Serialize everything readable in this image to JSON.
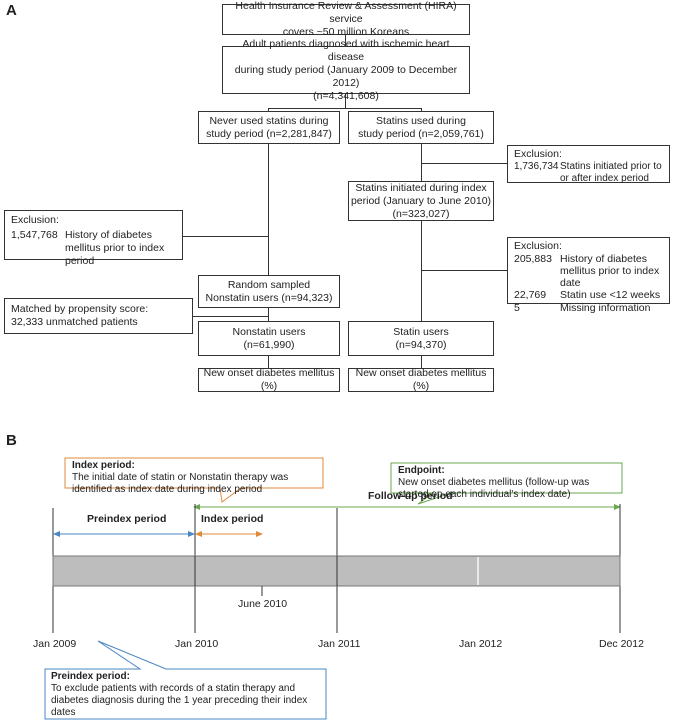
{
  "panel_a": {
    "label": "A",
    "hira": [
      "Health Insurance Review & Assessment (HIRA) service",
      "covers ~50 million Koreans"
    ],
    "adult": [
      "Adult patients diagnosed with ischemic heart disease",
      "during study period (January 2009 to December 2012)",
      "(n=4,341,608)"
    ],
    "never": [
      "Never used statins during",
      "study period (n=2,281,847)"
    ],
    "used": [
      "Statins used during",
      "study period (n=2,059,761)"
    ],
    "excl_right1": {
      "title": "Exclusion:",
      "num": "1,736,734",
      "text": "Statins initiated prior to or after index period"
    },
    "initiated": [
      "Statins initiated during index",
      "period (January to June 2010)",
      "(n=323,027)"
    ],
    "excl_left": {
      "title": "Exclusion:",
      "num": "1,547,768",
      "text": "History of diabetes mellitus prior to index period"
    },
    "excl_right2": {
      "title": "Exclusion:",
      "rows": [
        {
          "num": "205,883",
          "text": "History of diabetes mellitus prior to index date"
        },
        {
          "num": "22,769",
          "text": "Statin use <12 weeks"
        },
        {
          "num": "5",
          "text": "Missing information"
        }
      ]
    },
    "random": [
      "Random sampled",
      "Nonstatin users (n=94,323)"
    ],
    "matched": {
      "title": "Matched by propensity score:",
      "text": "32,333 unmatched patients"
    },
    "nonstatin": [
      "Nonstatin users",
      "(n=61,990)"
    ],
    "statin": [
      "Statin users",
      "(n=94,370)"
    ],
    "onset_left": "New onset diabetes mellitus (%)",
    "onset_right": "New onset diabetes mellitus (%)"
  },
  "panel_b": {
    "label": "B",
    "index_callout": {
      "title": "Index period:",
      "text": "The initial date of statin or Nonstatin therapy was identified as index date during index period"
    },
    "endpoint_callout": {
      "title": "Endpoint:",
      "text": "New onset diabetes mellitus (follow-up was started on each individual's index date)"
    },
    "preindex_callout": {
      "title": "Preindex period:",
      "text": "To exclude patients with records of a statin therapy and diabetes diagnosis during the 1 year preceding their index dates"
    },
    "followup_label": "Follow-up period",
    "preindex_label": "Preindex period",
    "index_label": "Index period",
    "june_label": "June 2010",
    "ticks": [
      "Jan 2009",
      "Jan 2010",
      "Jan 2011",
      "Jan 2012",
      "Dec 2012"
    ],
    "colors": {
      "blue": "#4a86c5",
      "orange": "#e0893a",
      "green": "#6aa84f",
      "bar": "#bdbdbd"
    }
  }
}
